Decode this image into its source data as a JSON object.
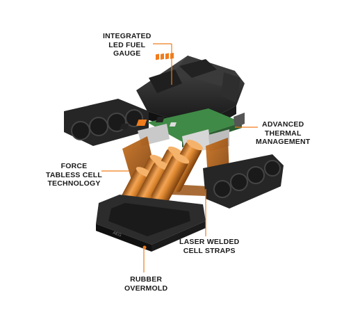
{
  "callouts": {
    "fuel_gauge": [
      "INTEGRATED",
      "LED FUEL",
      "GAUGE"
    ],
    "thermal": [
      "ADVANCED",
      "THERMAL",
      "MANAGEMENT"
    ],
    "tabless": [
      "FORCE",
      "TABLESS CELL",
      "TECHNOLOGY"
    ],
    "welded": [
      "LASER WELDED",
      "CELL STRAPS"
    ],
    "overmold": [
      "RUBBER",
      "OVERMOLD"
    ]
  },
  "brand_mark": "AEG",
  "colors": {
    "leader": "#f07c1c",
    "plastic_dark": "#2a2a2a",
    "plastic_mid": "#3c3c3c",
    "copper": "#d9842c",
    "pcb_green": "#3f8a46",
    "metal": "#c9c9c9",
    "text": "#1a1a1a"
  }
}
